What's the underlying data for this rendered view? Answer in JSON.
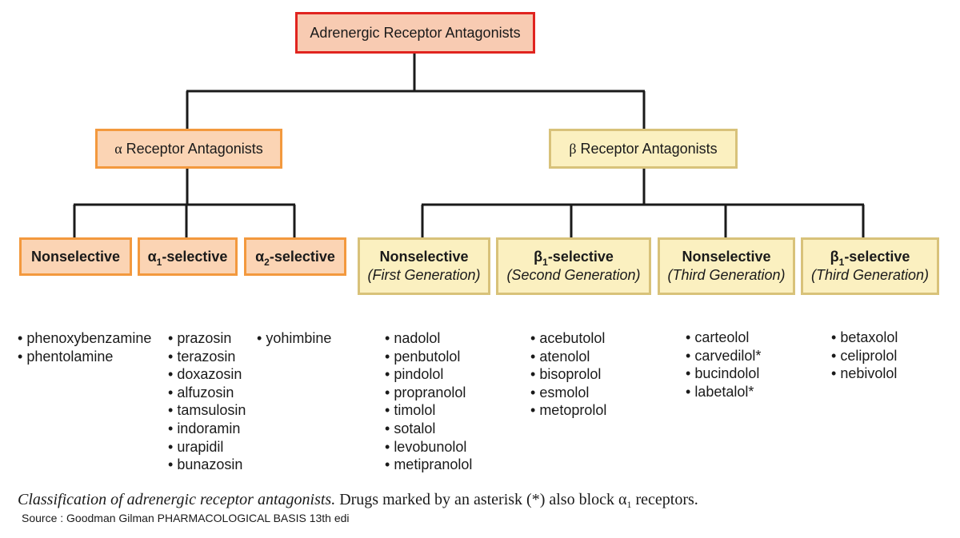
{
  "root": {
    "title": "Adrenergic Receptor Antagonists"
  },
  "groups": {
    "alpha": {
      "symbol": "α",
      "title": " Receptor Antagonists"
    },
    "beta": {
      "symbol": "β",
      "title": " Receptor Antagonists"
    }
  },
  "alpha_classes": [
    {
      "label": "Nonselective",
      "drugs": [
        "phenoxybenzamine",
        "phentolamine"
      ]
    },
    {
      "label_pre": "α",
      "label_sub": "1",
      "label_post": "-selective",
      "drugs": [
        "prazosin",
        "terazosin",
        "doxazosin",
        "alfuzosin",
        "tamsulosin",
        "indoramin",
        "urapidil",
        "bunazosin"
      ]
    },
    {
      "label_pre": "α",
      "label_sub": "2",
      "label_post": "-selective",
      "drugs": [
        "yohimbine"
      ]
    }
  ],
  "beta_classes": [
    {
      "label": "Nonselective",
      "generation": "(First Generation)",
      "drugs": [
        "nadolol",
        "penbutolol",
        "pindolol",
        "propranolol",
        "timolol",
        "sotalol",
        "levobunolol",
        "metipranolol"
      ]
    },
    {
      "label_pre": "β",
      "label_sub": "1",
      "label_post": "-selective",
      "generation": "(Second Generation)",
      "drugs": [
        "acebutolol",
        "atenolol",
        "bisoprolol",
        "esmolol",
        "metoprolol"
      ]
    },
    {
      "label": "Nonselective",
      "generation": "(Third Generation)",
      "drugs": [
        "carteolol",
        "carvedilol*",
        "bucindolol",
        "labetalol*"
      ]
    },
    {
      "label_pre": "β",
      "label_sub": "1",
      "label_post": "-selective",
      "generation": "(Third Generation)",
      "drugs": [
        "betaxolol",
        "celiprolol",
        "nebivolol"
      ]
    }
  ],
  "caption": {
    "lead": "Classification of adrenergic receptor antagonists.",
    "rest_pre": " Drugs marked by an asterisk (*) also block α",
    "rest_sub": "1",
    "rest_post": " receptors."
  },
  "source": "Source : Goodman Gilman PHARMACOLOGICAL BASIS 13th edi",
  "colors": {
    "root_fill": "#f8cbb2",
    "root_border": "#e0241f",
    "alpha_fill": "#fbd4b4",
    "alpha_border": "#f3993e",
    "beta_fill": "#fbf0c0",
    "beta_border": "#d8c27a",
    "line": "#1a1a1a"
  }
}
